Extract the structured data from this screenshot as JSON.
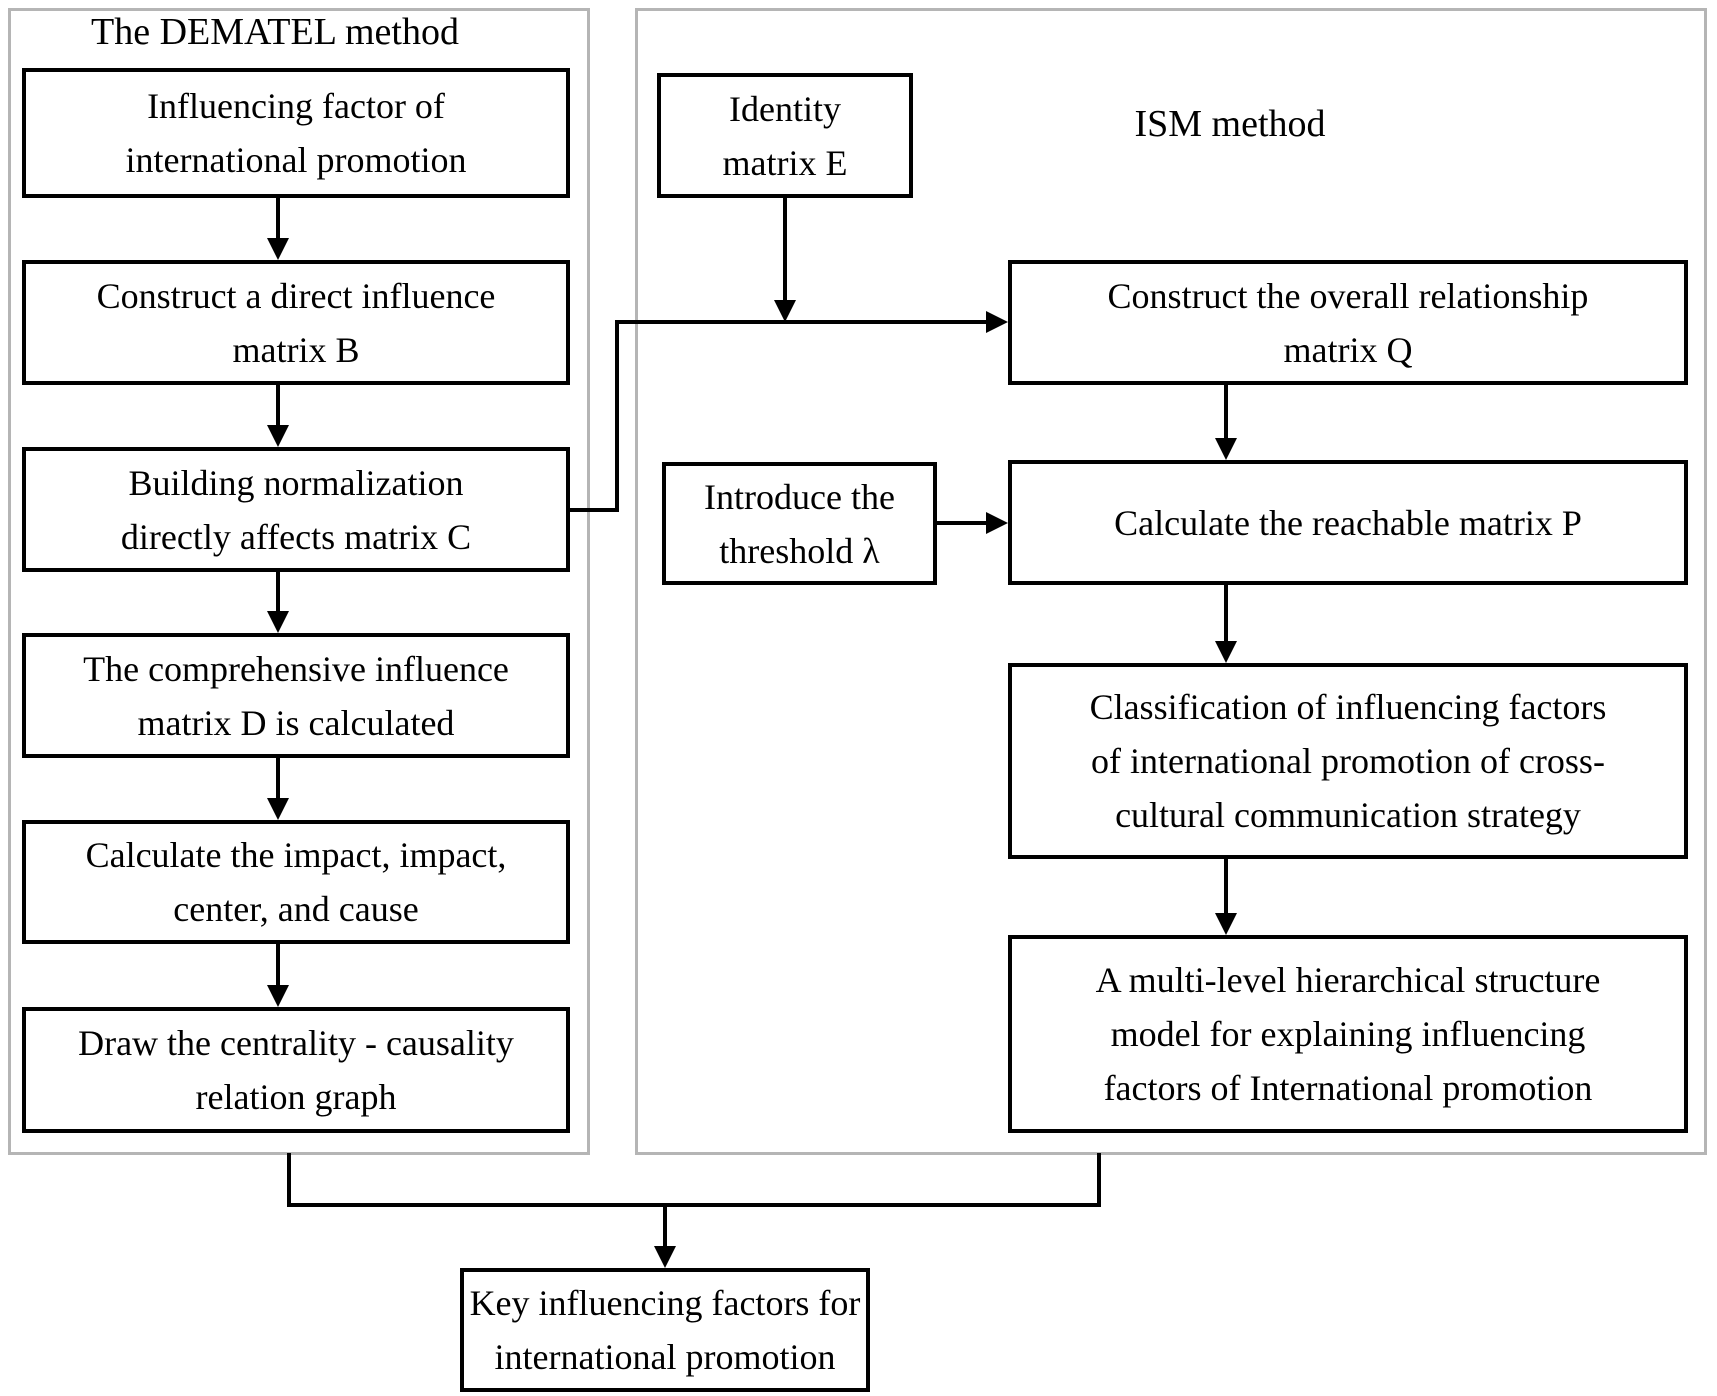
{
  "dematel": {
    "title": "The DEMATEL method",
    "boxes": [
      {
        "lines": [
          "Influencing factor of",
          "international promotion"
        ]
      },
      {
        "lines": [
          "Construct a direct influence",
          "matrix B"
        ]
      },
      {
        "lines": [
          "Building normalization",
          "directly affects matrix C"
        ]
      },
      {
        "lines": [
          "The comprehensive influence",
          "matrix D is calculated"
        ]
      },
      {
        "lines": [
          "Calculate the impact, impact,",
          "center, and cause"
        ]
      },
      {
        "lines": [
          "Draw the centrality - causality",
          "relation graph"
        ]
      }
    ]
  },
  "ism": {
    "title": "ISM method",
    "identity_box": {
      "lines": [
        "Identity",
        "matrix E"
      ]
    },
    "threshold_box": {
      "lines": [
        "Introduce the",
        "threshold λ"
      ]
    },
    "boxes": [
      {
        "lines": [
          "Construct the overall relationship",
          "matrix Q"
        ]
      },
      {
        "lines": [
          "Calculate the reachable matrix P"
        ]
      },
      {
        "lines": [
          "Classification of influencing factors",
          "of international promotion of cross-",
          "cultural communication strategy"
        ]
      },
      {
        "lines": [
          "A multi-level hierarchical structure",
          "model for explaining influencing",
          "factors of International promotion"
        ]
      }
    ]
  },
  "output_box": {
    "lines": [
      "Key influencing factors for",
      "international promotion"
    ]
  },
  "colors": {
    "line": "#000000",
    "text": "#000000",
    "panel_border": "#b5b5b5",
    "background": "#ffffff"
  }
}
